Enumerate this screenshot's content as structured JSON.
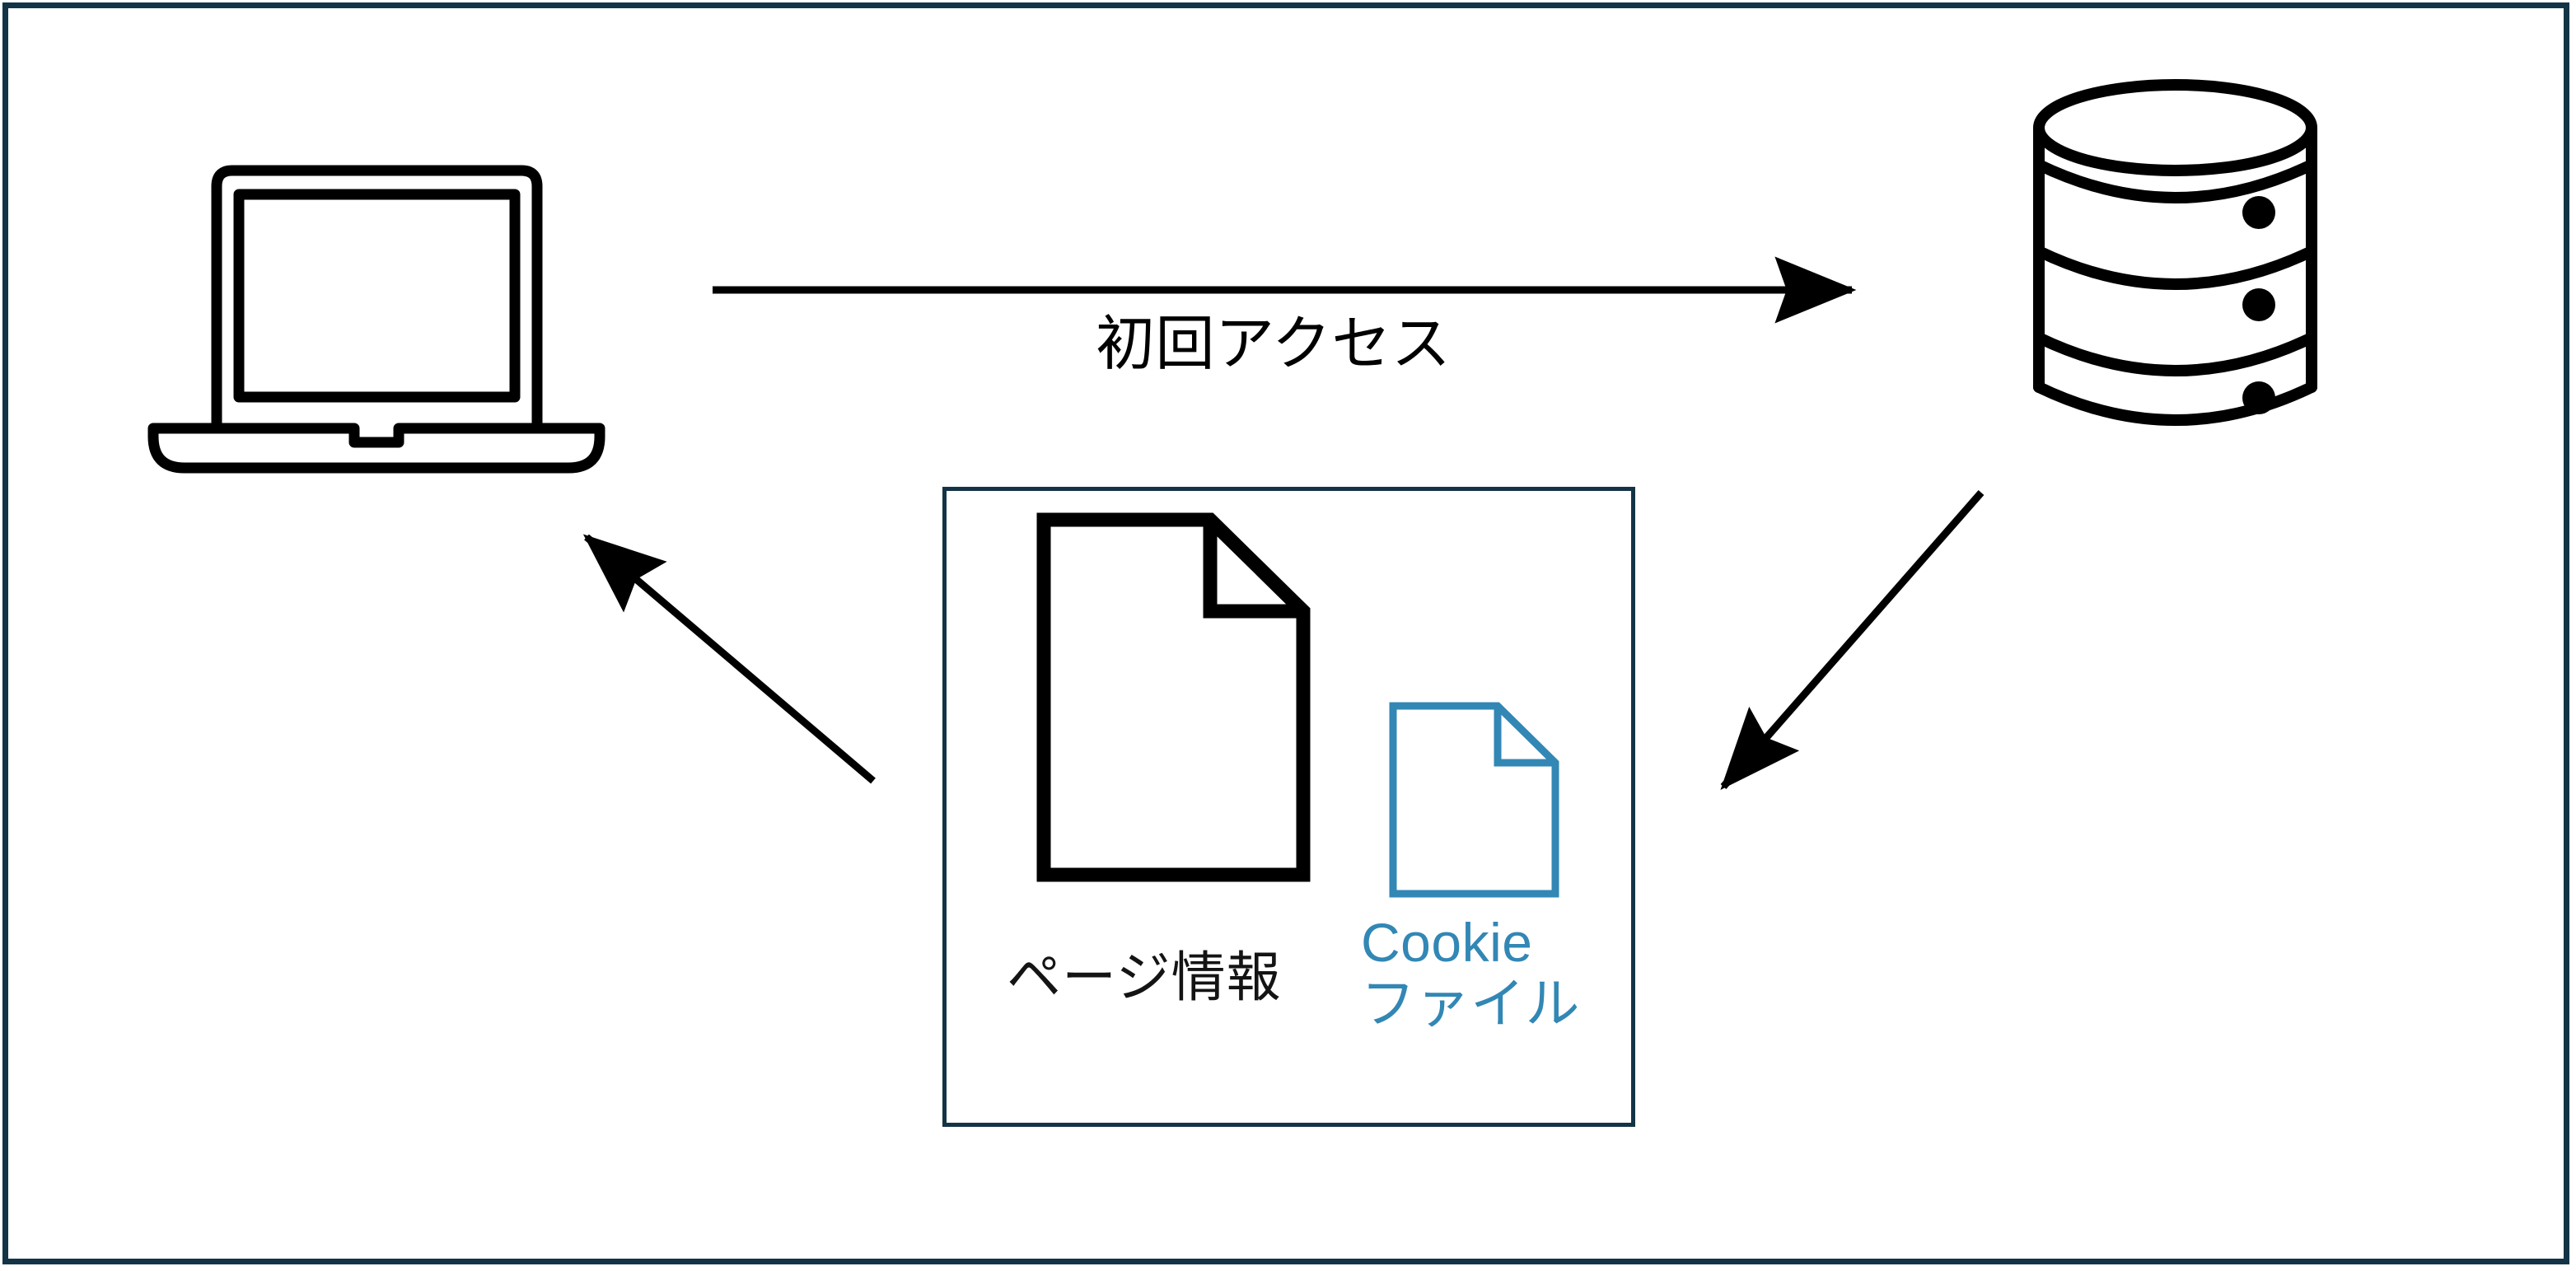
{
  "diagram": {
    "title": "Cookie first-access flow diagram",
    "frame": {
      "border_color": "#133446"
    },
    "colors": {
      "ink": "#000000",
      "frame": "#133446",
      "accent_blue": "#3287b5"
    },
    "nodes": [
      {
        "id": "client",
        "icon": "laptop-icon",
        "label": ""
      },
      {
        "id": "server",
        "icon": "database-icon",
        "label": ""
      }
    ],
    "arrows": [
      {
        "id": "request",
        "direction": "right",
        "label": "初回アクセス"
      },
      {
        "id": "response-to-client",
        "direction": "up-left",
        "label": ""
      },
      {
        "id": "response-from-server",
        "direction": "down-left",
        "label": ""
      }
    ],
    "group_box": {
      "items": [
        {
          "id": "page-info",
          "icon": "document-icon",
          "label": "ページ情報",
          "color": "#141414"
        },
        {
          "id": "cookie-file",
          "icon": "document-icon",
          "label_line1": "Cookie",
          "label_line2": "ファイル",
          "color": "#3287b5"
        }
      ]
    }
  }
}
